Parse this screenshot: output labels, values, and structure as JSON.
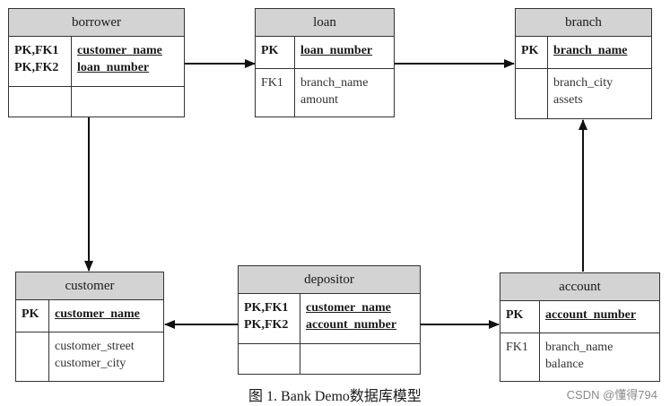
{
  "entities": {
    "borrower": {
      "name": "borrower",
      "keys": [
        "PK,FK1",
        "PK,FK2"
      ],
      "pk_attrs": [
        "customer_name",
        "loan_number"
      ],
      "fk_keys": [],
      "attrs": []
    },
    "loan": {
      "name": "loan",
      "keys": [
        "PK"
      ],
      "pk_attrs": [
        "loan_number"
      ],
      "fk_keys": [
        "FK1"
      ],
      "attrs": [
        "branch_name",
        "amount"
      ]
    },
    "branch": {
      "name": "branch",
      "keys": [
        "PK"
      ],
      "pk_attrs": [
        "branch_name"
      ],
      "fk_keys": [],
      "attrs": [
        "branch_city",
        "assets"
      ]
    },
    "customer": {
      "name": "customer",
      "keys": [
        "PK"
      ],
      "pk_attrs": [
        "customer_name"
      ],
      "fk_keys": [],
      "attrs": [
        "customer_street",
        "customer_city"
      ]
    },
    "depositor": {
      "name": "depositor",
      "keys": [
        "PK,FK1",
        "PK,FK2"
      ],
      "pk_attrs": [
        "customer_name",
        "account_number"
      ],
      "fk_keys": [],
      "attrs": []
    },
    "account": {
      "name": "account",
      "keys": [
        "PK"
      ],
      "pk_attrs": [
        "account_number"
      ],
      "fk_keys": [
        "FK1"
      ],
      "attrs": [
        "branch_name",
        "balance"
      ]
    }
  },
  "relationships": [
    {
      "from": "borrower",
      "to": "loan"
    },
    {
      "from": "loan",
      "to": "branch"
    },
    {
      "from": "borrower",
      "to": "customer"
    },
    {
      "from": "depositor",
      "to": "customer"
    },
    {
      "from": "depositor",
      "to": "account"
    },
    {
      "from": "account",
      "to": "branch"
    }
  ],
  "caption": "图 1. Bank Demo数据库模型",
  "watermark": "CSDN @懂得794",
  "colors": {
    "header_fill": "#d3d3d3",
    "line": "#333333",
    "arrow": "#111111"
  }
}
